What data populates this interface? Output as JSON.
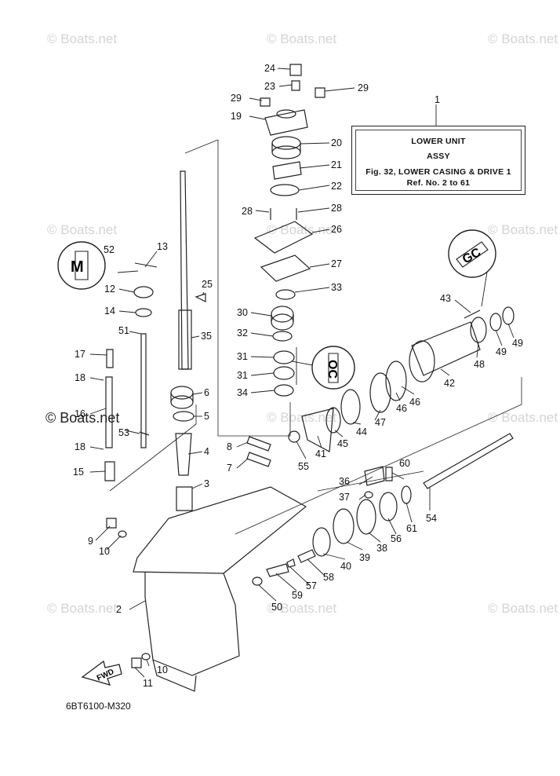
{
  "watermark": "© Boats.net",
  "title_box": {
    "line1": "LOWER UNIT",
    "line2": "ASSY",
    "line3": "Fig. 32, LOWER CASING & DRIVE 1",
    "line4": "Ref. No. 2 to 61"
  },
  "diagram_code": "6BT6100-M320",
  "fwd_label": "FWD",
  "inset_labels": {
    "m": "M",
    "gc": "GC",
    "oc": "OC"
  },
  "callouts": [
    "1",
    "2",
    "3",
    "4",
    "5",
    "6",
    "7",
    "8",
    "9",
    "10",
    "11",
    "12",
    "13",
    "14",
    "15",
    "16",
    "17",
    "18",
    "19",
    "20",
    "21",
    "22",
    "23",
    "24",
    "25",
    "26",
    "27",
    "28",
    "29",
    "30",
    "31",
    "32",
    "33",
    "34",
    "35",
    "36",
    "37",
    "38",
    "39",
    "40",
    "41",
    "42",
    "43",
    "44",
    "45",
    "46",
    "47",
    "48",
    "49",
    "50",
    "51",
    "52",
    "53",
    "54",
    "55",
    "56",
    "57",
    "58",
    "59",
    "60",
    "61"
  ]
}
